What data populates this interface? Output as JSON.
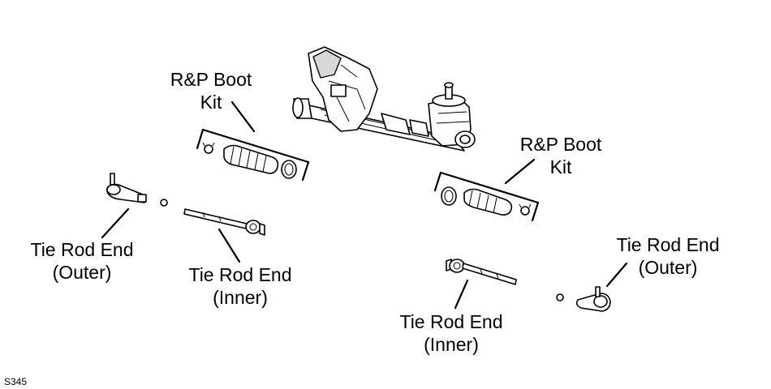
{
  "diagram": {
    "labels": {
      "boot_kit_left_1": "R&P Boot",
      "boot_kit_left_2": "Kit",
      "boot_kit_right_1": "R&P Boot",
      "boot_kit_right_2": "Kit",
      "tre_outer_left_1": "Tie Rod End",
      "tre_outer_left_2": "(Outer)",
      "tre_inner_left_1": "Tie Rod End",
      "tre_inner_left_2": "(Inner)",
      "tre_inner_right_1": "Tie Rod End",
      "tre_inner_right_2": "(Inner)",
      "tre_outer_right_1": "Tie Rod End",
      "tre_outer_right_2": "(Outer)"
    },
    "figure_code": "S345"
  }
}
